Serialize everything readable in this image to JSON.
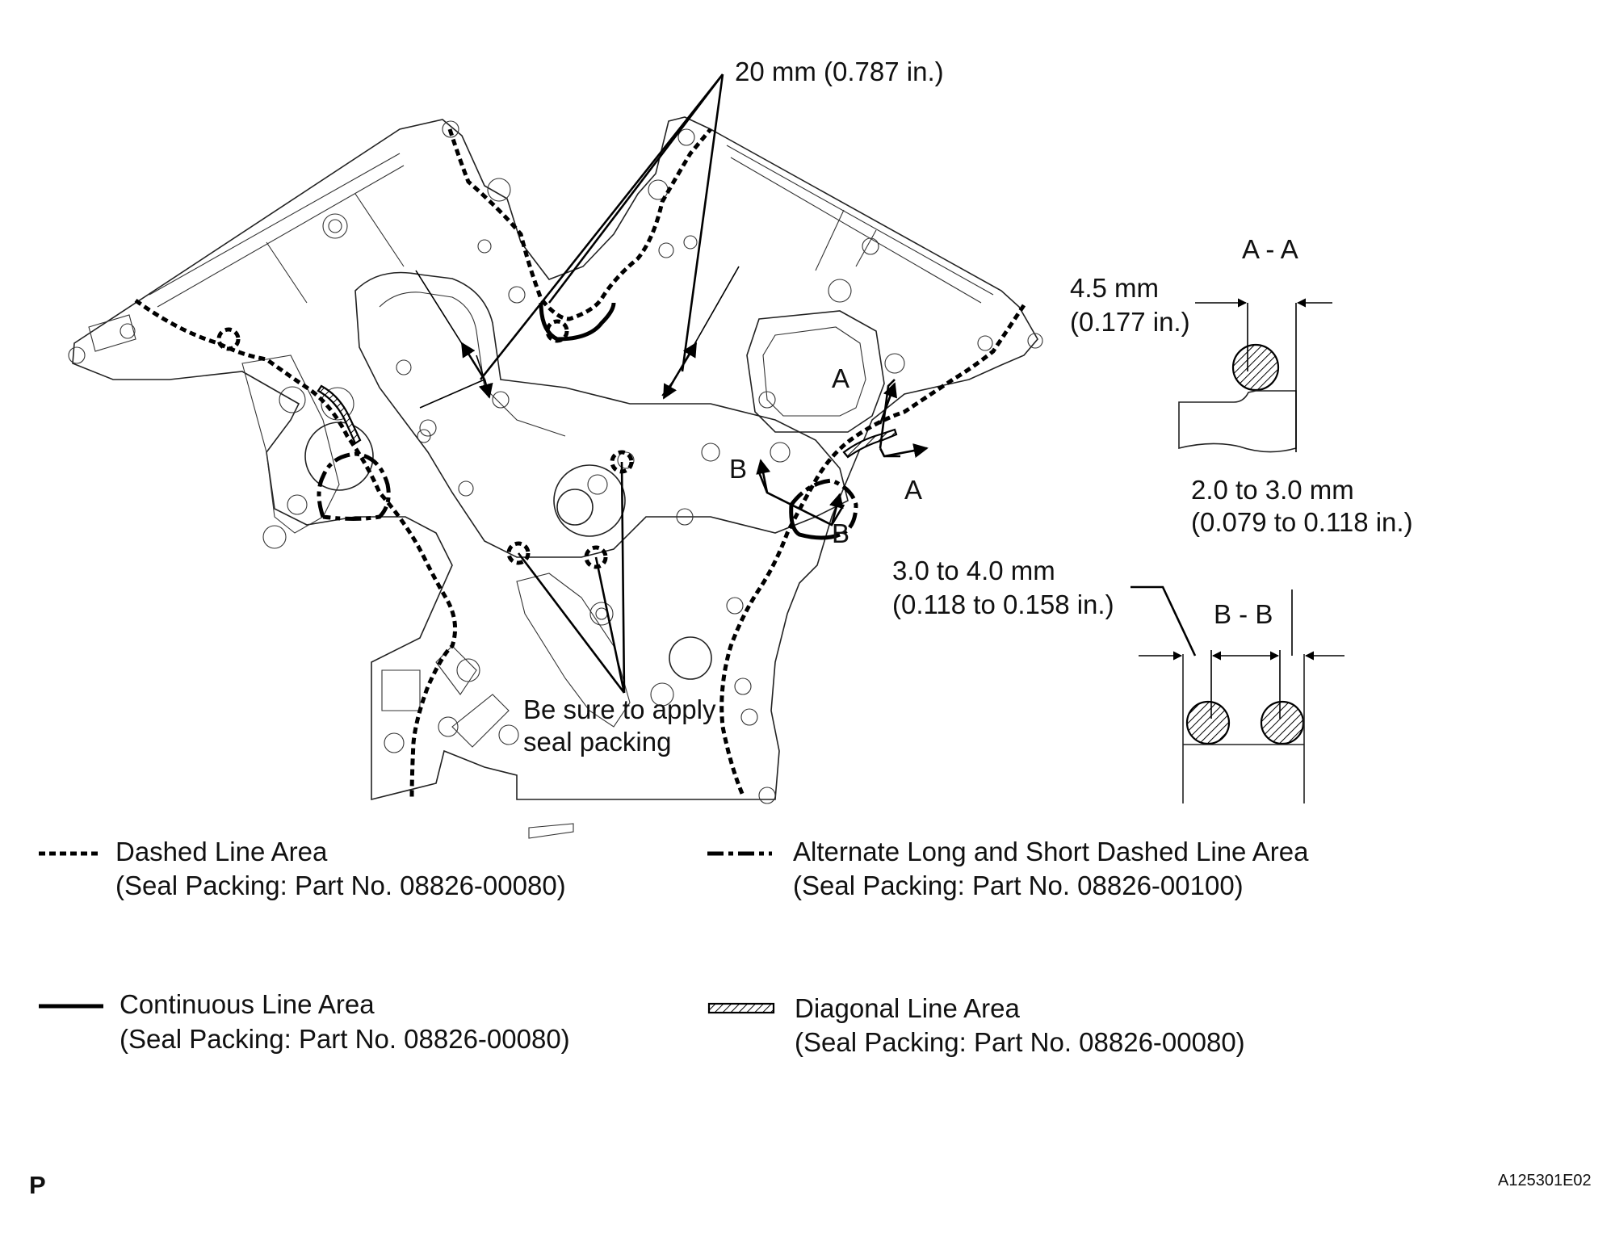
{
  "callouts": {
    "distance": "20 mm (0.787 in.)",
    "apply_line1": "Be sure to apply",
    "apply_line2": "seal packing"
  },
  "section_marks": {
    "a_top": "A",
    "a_bottom": "A",
    "b_left": "B",
    "b_right": "B"
  },
  "section_a": {
    "title": "A - A",
    "width_mm": "4.5 mm",
    "width_in": "(0.177 in.)",
    "height_mm": "2.0 to 3.0 mm",
    "height_in": "(0.079 to 0.118 in.)"
  },
  "section_b": {
    "title": "B - B",
    "width_mm": "3.0 to 4.0 mm",
    "width_in": "(0.118 to 0.158 in.)"
  },
  "legend": {
    "dashed": {
      "label": "Dashed Line Area",
      "part": "(Seal Packing: Part No. 08826-00080)"
    },
    "dashdot": {
      "label": "Alternate Long and Short Dashed Line Area",
      "part": "(Seal Packing: Part No. 08826-00100)"
    },
    "continuous": {
      "label": "Continuous Line Area",
      "part": "(Seal Packing: Part No. 08826-00080)"
    },
    "diagonal": {
      "label": "Diagonal Line Area",
      "part": "(Seal Packing: Part No. 08826-00080)"
    }
  },
  "footer": {
    "page_letter": "P",
    "figure_code": "A125301E02"
  }
}
